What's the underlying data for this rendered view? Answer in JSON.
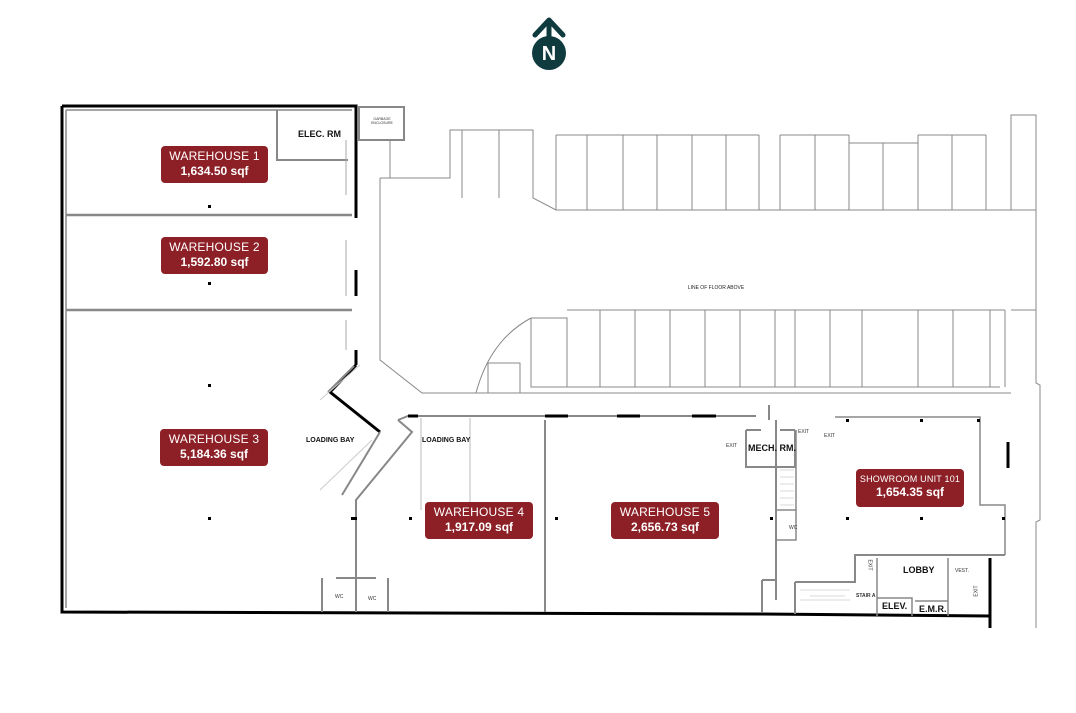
{
  "compass": {
    "label": "N",
    "color": "#0f3b3f"
  },
  "colors": {
    "label_bg": "#8c2026",
    "label_text": "#ffffff",
    "wall": "#777777",
    "wall_dark": "#000000"
  },
  "units": [
    {
      "id": "warehouse-1",
      "name": "WAREHOUSE 1",
      "area": "1,634.50 sqf"
    },
    {
      "id": "warehouse-2",
      "name": "WAREHOUSE 2",
      "area": "1,592.80 sqf"
    },
    {
      "id": "warehouse-3",
      "name": "WAREHOUSE 3",
      "area": "5,184.36 sqf"
    },
    {
      "id": "warehouse-4",
      "name": "WAREHOUSE 4",
      "area": "1,917.09 sqf"
    },
    {
      "id": "warehouse-5",
      "name": "WAREHOUSE 5",
      "area": "2,656.73 sqf"
    },
    {
      "id": "showroom-101",
      "name": "SHOWROOM UNIT 101",
      "area": "1,654.35 sqf"
    }
  ],
  "rooms": {
    "elec_rm": "ELEC. RM",
    "garbage": "GARBAGE ENCLOSURE",
    "loading_bay_1": "LOADING BAY",
    "loading_bay_2": "LOADING BAY",
    "mech_rm": "MECH. RM.",
    "lobby": "LOBBY",
    "elev": "ELEV.",
    "emr": "E.M.R.",
    "vest": "VEST.",
    "stair_a": "STAIR A",
    "wc_1": "WC",
    "wc_2": "WC",
    "wc_3": "WC",
    "exit_1": "EXIT",
    "exit_2": "EXIT",
    "exit_3": "EXIT",
    "exit_4": "EXIT",
    "exit_5": "EXIT",
    "floor_above": "LINE OF FLOOR ABOVE"
  }
}
